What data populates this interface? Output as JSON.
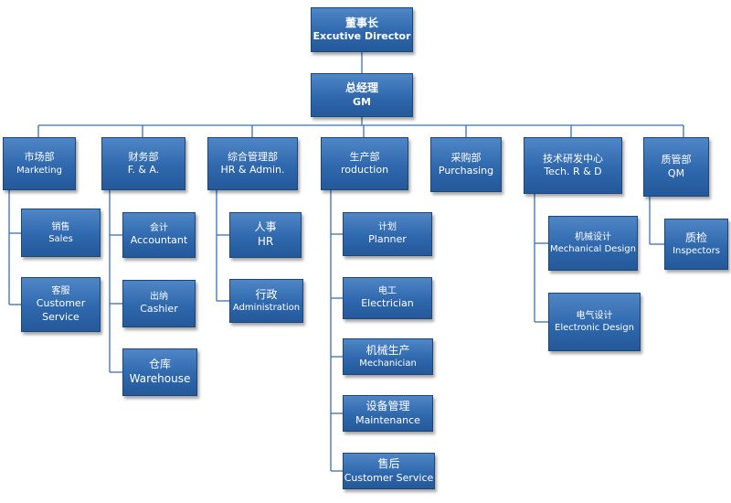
{
  "top": {
    "chairman": {
      "zh": "董事长",
      "en": "Excutive Director"
    },
    "gm": {
      "zh": "总经理",
      "en": "GM"
    }
  },
  "departments": [
    {
      "zh": "市场部",
      "en": "Marketing",
      "children": [
        {
          "zh": "销售",
          "en": "Sales"
        },
        {
          "zh": "客服",
          "en": "Customer Service"
        }
      ]
    },
    {
      "zh": "财务部",
      "en": "F. & A.",
      "children": [
        {
          "zh": "会计",
          "en": "Accountant"
        },
        {
          "zh": "出纳",
          "en": "Cashier"
        },
        {
          "zh": "仓库",
          "en": "Warehouse"
        }
      ]
    },
    {
      "zh": "综合管理部",
      "en": "HR & Admin.",
      "children": [
        {
          "zh": "人事",
          "en": "HR"
        },
        {
          "zh": "行政",
          "en": "Administration"
        }
      ]
    },
    {
      "zh": "生产部",
      "en": "roduction",
      "children": [
        {
          "zh": "计划",
          "en": "Planner"
        },
        {
          "zh": "电工",
          "en": "Electrician"
        },
        {
          "zh": "机械生产",
          "en": "Mechanician"
        },
        {
          "zh": "设备管理",
          "en": "Maintenance"
        },
        {
          "zh": "售后",
          "en": "Customer Service"
        }
      ]
    },
    {
      "zh": "采购部",
      "en": "Purchasing",
      "children": []
    },
    {
      "zh": "技术研发中心",
      "en": "Tech. R & D",
      "children": [
        {
          "zh": "机械设计",
          "en": "Mechanical Design"
        },
        {
          "zh": "电气设计",
          "en": "Electronic Design"
        }
      ]
    },
    {
      "zh": "质管部",
      "en": "QM",
      "children": [
        {
          "zh": "质检",
          "en": "Inspectors"
        }
      ]
    }
  ],
  "colors": {
    "box": "#2f68ad",
    "border": "#1b4778",
    "connector": "#3a6fb0",
    "text": "#ffffff"
  }
}
